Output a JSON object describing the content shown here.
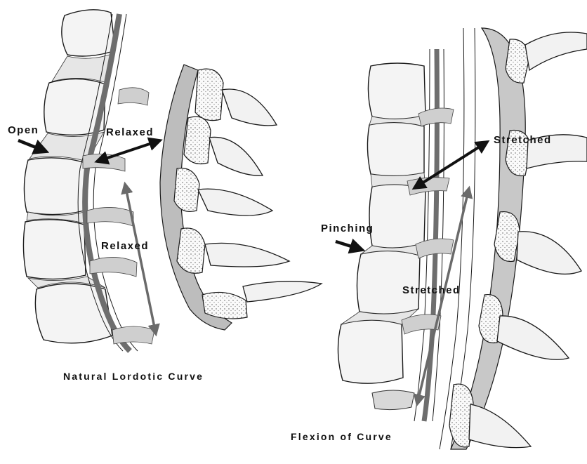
{
  "left_panel": {
    "caption": "Natural Lordotic Curve",
    "labels": {
      "open": "Open",
      "relaxed_top": "Relaxed",
      "relaxed_mid": "Relaxed"
    }
  },
  "right_panel": {
    "caption": "Flexion of Curve",
    "labels": {
      "stretched_top": "Stretched",
      "pinching": "Pinching",
      "stretched_mid": "Stretched"
    }
  },
  "colors": {
    "outline": "#1a1a1a",
    "fill": "#f4f4f4",
    "ligament": "#6e6e6e",
    "arrow_dark": "#111111",
    "arrow_grey": "#6a6a6a"
  }
}
